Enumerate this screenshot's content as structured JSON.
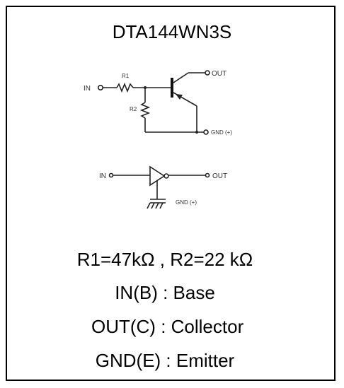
{
  "title": "DTA144WN3S",
  "schematic": {
    "in_label": "IN",
    "out_label": "OUT",
    "gnd_label": "GND (+)",
    "r1_label": "R1",
    "r2_label": "R2"
  },
  "symbol": {
    "in_label": "IN",
    "out_label": "OUT",
    "gnd_label": "GND (+)"
  },
  "specs": {
    "resistors": "R1=47kΩ , R2=22 kΩ",
    "base": "IN(B) : Base",
    "collector": " OUT(C) : Collector",
    "emitter": "GND(E) : Emitter"
  }
}
